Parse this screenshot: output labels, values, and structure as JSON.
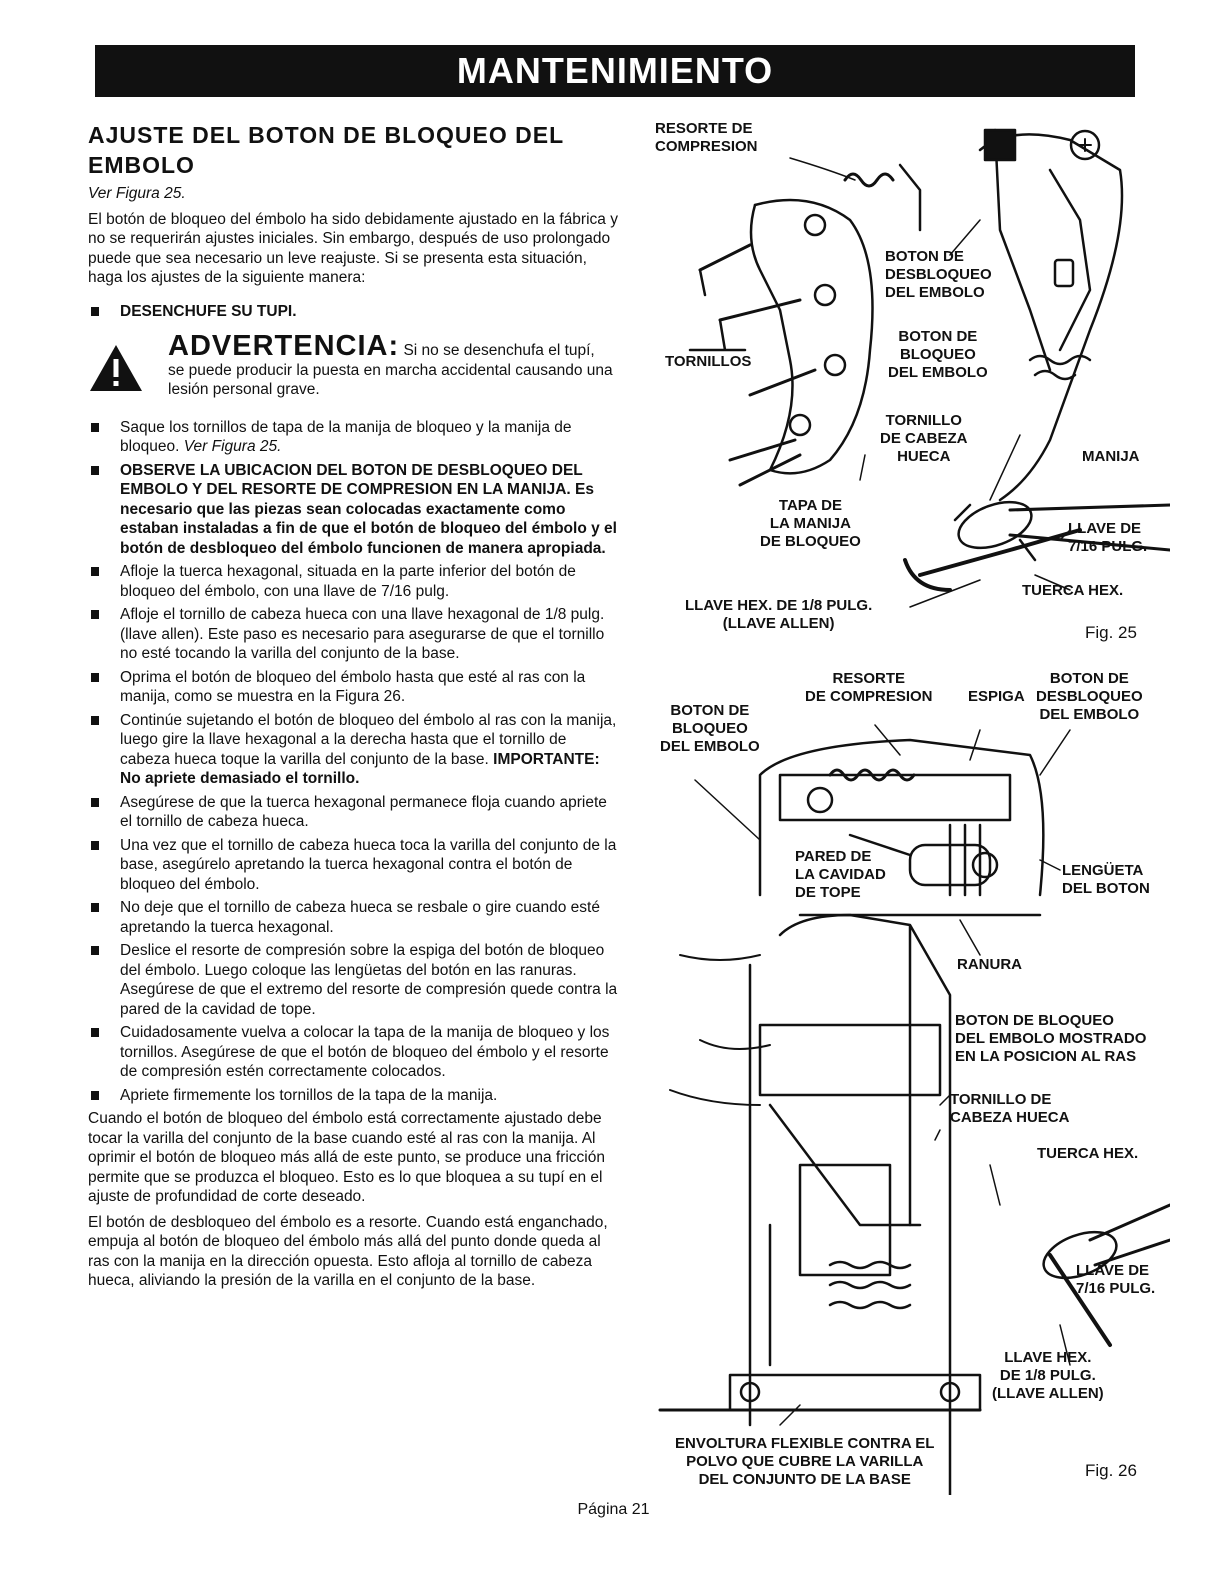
{
  "header": {
    "title": "MANTENIMIENTO"
  },
  "section": {
    "heading_line1": "AJUSTE DEL BOTON DE BLOQUEO DEL",
    "heading_line2": "EMBOLO",
    "see_figure": "Ver Figura 25.",
    "intro": "El botón de bloqueo del émbolo ha sido debidamente ajustado en la fábrica y no se requerirán ajustes iniciales. Sin embargo, después de uso prolongado puede que sea necesario un leve reajuste. Si se presenta esta situación, haga los ajustes de la siguiente manera:",
    "unplug": "DESENCHUFE SU TUPI.",
    "warning_title": "ADVERTENCIA:",
    "warning_inline": "Si no se desenchufa el tupí,",
    "warning_rest": "se puede producir la puesta en marcha accidental causando una lesión personal grave.",
    "steps": [
      {
        "text": "Saque los tornillos de tapa de la manija de bloqueo y la manija de bloqueo.",
        "ref": "Ver Figura 25."
      },
      {
        "text": "OBSERVE LA UBICACION DEL BOTON DE DESBLOQUEO DEL EMBOLO Y DEL RESORTE DE COMPRESION EN LA MANIJA. Es necesario que las piezas sean colocadas exactamente como estaban instaladas a fin de que el botón de bloqueo del émbolo y el botón de desbloqueo del émbolo funcionen de manera apropiada."
      },
      {
        "text": "Afloje la tuerca hexagonal, situada en la parte inferior del botón de bloqueo del émbolo, con una llave de 7/16 pulg."
      },
      {
        "text": "Afloje el tornillo de cabeza hueca con una llave hexagonal de 1/8 pulg. (llave allen). Este paso es necesario para asegurarse de que el tornillo no esté tocando la varilla del conjunto de la base."
      },
      {
        "text": "Oprima el botón de bloqueo del émbolo hasta que esté al ras con la manija, como se muestra en la Figura 26."
      },
      {
        "text": "Continúe sujetando el botón de bloqueo del émbolo al ras con la manija, luego gire la llave hexagonal a la derecha hasta que el tornillo de cabeza hueca toque la varilla del conjunto de la base.",
        "bold": "IMPORTANTE: No apriete demasiado el tornillo."
      },
      {
        "text": "Asegúrese de que la tuerca hexagonal permanece floja cuando apriete el tornillo de cabeza hueca."
      },
      {
        "text": "Una vez que el tornillo de cabeza hueca toca la varilla del conjunto de la base, asegúrelo apretando la tuerca hexagonal contra el botón de bloqueo del émbolo."
      },
      {
        "text": "No deje que el tornillo de cabeza hueca se resbale o gire cuando esté apretando la tuerca hexagonal."
      },
      {
        "text": "Deslice el resorte de compresión sobre la espiga del botón de bloqueo del émbolo. Luego coloque las lengüetas del botón en las ranuras. Asegúrese de que el extremo del resorte de compresión quede contra la pared de la cavidad de tope."
      },
      {
        "text": "Cuidadosamente vuelva a colocar la tapa de la manija de bloqueo y los tornillos. Asegúrese de que el botón de bloqueo del émbolo y el resorte de compresión estén correctamente colocados."
      },
      {
        "text": "Apriete firmemente los tornillos de la tapa de la manija."
      }
    ],
    "closing1": "Cuando el botón de bloqueo del émbolo está correctamente ajustado debe tocar la varilla del conjunto de la base cuando esté al ras con la manija. Al oprimir el botón de bloqueo más allá de este punto, se produce una fricción permite que se produzca el bloqueo. Esto es lo que bloquea a su tupí en el ajuste de profundidad de corte deseado.",
    "closing2": "El botón de desbloqueo del émbolo es a resorte. Cuando está enganchado, empuja al botón de bloqueo del émbolo más allá del punto donde queda al ras con la manija en la dirección opuesta. Esto afloja al tornillo de cabeza hueca, aliviando la presión de la varilla en el conjunto de la base."
  },
  "fig25": {
    "caption": "Fig. 25",
    "labels": {
      "resorte": "RESORTE DE\nCOMPRESION",
      "boton_desbloqueo": "BOTON DE\nDESBLOQUEO\nDEL EMBOLO",
      "boton_bloqueo": "BOTON DE\nBLOQUEO\nDEL EMBOLO",
      "tornillos": "TORNILLOS",
      "tornillo_cabeza": "TORNILLO\nDE CABEZA\nHUECA",
      "manija": "MANIJA",
      "tapa": "TAPA DE\nLA MANIJA\nDE BLOQUEO",
      "llave716": "LLAVE DE\n7/16 PULG.",
      "tuerca": "TUERCA HEX.",
      "llave_hex": "LLAVE HEX. DE 1/8 PULG.\n(LLAVE ALLEN)"
    }
  },
  "fig26": {
    "caption": "Fig. 26",
    "labels": {
      "boton_bloqueo": "BOTON DE\nBLOQUEO\nDEL EMBOLO",
      "resorte": "RESORTE\nDE COMPRESION",
      "espiga": "ESPIGA",
      "boton_desbloqueo": "BOTON DE\nDESBLOQUEO\nDEL EMBOLO",
      "pared": "PARED DE\nLA CAVIDAD\nDE TOPE",
      "lengueta": "LENGÜETA\nDEL BOTON",
      "ranura": "RANURA",
      "mostrado": "BOTON DE BLOQUEO\nDEL EMBOLO MOSTRADO\nEN LA POSICION AL RAS",
      "tornillo": "TORNILLO DE\nCABEZA HUECA",
      "tuerca": "TUERCA HEX.",
      "llave716": "LLAVE DE\n7/16 PULG.",
      "llave_hex": "LLAVE HEX.\nDE 1/8 PULG.\n(LLAVE ALLEN)",
      "envoltura": "ENVOLTURA FLEXIBLE CONTRA EL\nPOLVO QUE CUBRE LA VARILLA\nDEL CONJUNTO DE LA BASE"
    }
  },
  "footer": {
    "page": "Página 21"
  }
}
